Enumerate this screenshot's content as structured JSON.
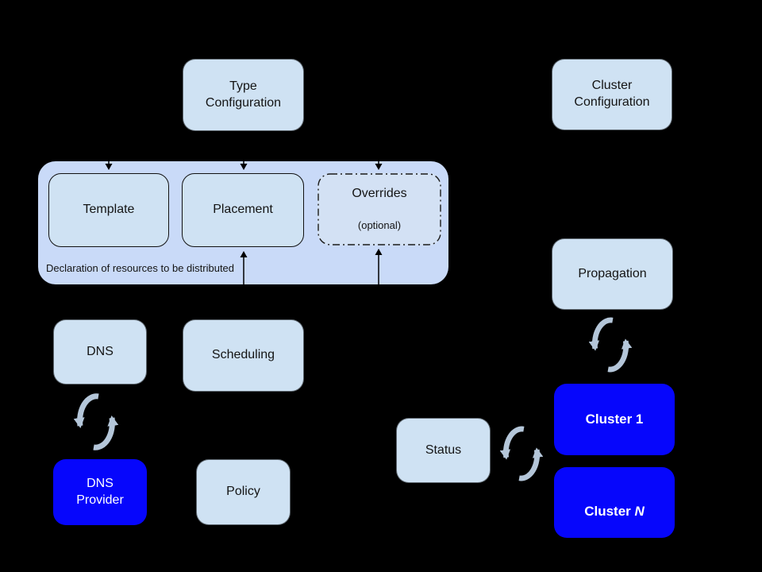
{
  "diagram": {
    "title_hint": "federation architecture diagram",
    "nodes": {
      "type_config": "Type\nConfiguration",
      "cluster_config": "Cluster\nConfiguration",
      "template": "Template",
      "placement": "Placement",
      "overrides": "Overrides",
      "overrides_sub": "(optional)",
      "container_caption": "Declaration of resources to be distributed",
      "dns": "DNS",
      "scheduling": "Scheduling",
      "dns_provider": "DNS\nProvider",
      "policy": "Policy",
      "propagation": "Propagation",
      "status": "Status",
      "cluster_1": "Cluster 1",
      "cluster_n_prefix": "Cluster ",
      "cluster_n_suffix": "N"
    },
    "icons": [
      "sync-icon-dns-to-dns-provider",
      "sync-icon-propagation-to-cluster-1",
      "sync-icon-status-to-cluster-1"
    ],
    "colors": {
      "background": "#000000",
      "container_fill": "#c9daf8",
      "light_box_fill": "#cfe2f3",
      "overrides_fill": "#d3e1f4",
      "blue_box_fill": "#0606fc",
      "text_dark": "#141414",
      "text_white": "#ffffff",
      "sync_arrow": "#b4c6d9",
      "connector_line": "#000000"
    }
  }
}
